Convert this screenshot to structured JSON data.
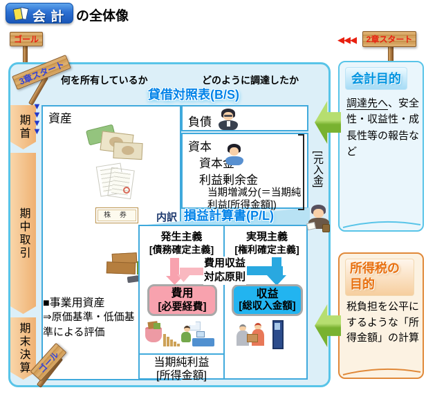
{
  "title": {
    "badge_label": "会 計",
    "suffix": "の全体像"
  },
  "signs": {
    "goal_top": "ゴール",
    "chapter2_arrows": "◀◀◀",
    "chapter2_start": "2章スタート",
    "chapter3_start": "3章スタート",
    "goal_bottom": "ゴール"
  },
  "timeline": {
    "period_begin": "期首",
    "period_transactions": "期中取引",
    "period_end": "期末決算"
  },
  "flow_arrows": "▼▼▼▼",
  "balance_sheet": {
    "question_left": "何を所有しているか",
    "question_right": "どのように調達したか",
    "title": "貸借対照表(B/S)",
    "assets_label": "資産",
    "liabilities_label": "負債",
    "capital_label": "資本",
    "capital_item_1": "資本金",
    "capital_item_2": "利益剰余金",
    "capital_note": "当期増減分(＝当期純利益[所得金額])",
    "motoirekin_vertical": "[元入金]",
    "stock_certificate": "株 券",
    "business_assets": "■事業用資産",
    "valuation_note": "⇒原価基準・低価基準による評価"
  },
  "profit_loss": {
    "breakdown_label": "内訳",
    "title": "損益計算書(P/L)",
    "accrual_basis": "発生主義",
    "accrual_sub": "[債務確定主義]",
    "realization_basis": "実現主義",
    "realization_sub": "[権利確定主義]",
    "matching_line1": "費用収益",
    "matching_line2": "対応原則",
    "expense_line1": "費用",
    "expense_line2": "[必要経費]",
    "revenue_line1": "収益",
    "revenue_line2": "[総収入金額]",
    "net_income_line1": "当期純利益",
    "net_income_line2": "[所得金額]"
  },
  "sidebar": {
    "accounting_purpose": {
      "title": "会計目的",
      "body_underlined": "調達先へ",
      "body_rest": "、安全性・収益性・成長性等の報告など"
    },
    "income_tax_purpose": {
      "title": "所得税の目的",
      "body": "税負担を公平にするような「所得金額」の計算"
    }
  },
  "colors": {
    "container_border": "#58C4E8",
    "container_bg": "#DCEFF8",
    "box_border": "#3FA9DC",
    "bs_title_blue": "#0082E8",
    "expense_pink": "#F8A2AE",
    "revenue_cyan": "#22B4F0",
    "ribbon_peach": "#F6C694",
    "green_arrow": "#8CC63E",
    "orange_accent": "#E87818",
    "red_text": "#E82010",
    "blue_sign_text": "#3344D8"
  }
}
